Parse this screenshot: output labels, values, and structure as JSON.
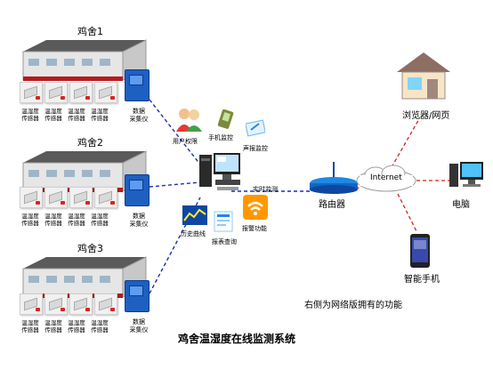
{
  "houses": [
    {
      "label": "鸡舍1"
    },
    {
      "label": "鸡舍2"
    },
    {
      "label": "鸡舍3"
    }
  ],
  "sensor_label": "温湿度\n传感器",
  "collector_label": "数据\n采集仪",
  "center": {
    "user_perm": "用户权限",
    "phone_monitor": "手机监控",
    "alarm_monitor": "声报监控",
    "realtime_monitor": "实时监测",
    "history_curve": "历史曲线",
    "report_query": "报表查询",
    "alarm_func": "报警功能"
  },
  "network": {
    "router": "路由器",
    "internet": "Internet",
    "browser": "浏览器/网页",
    "computer": "电脑",
    "smartphone": "智能手机"
  },
  "note": "右侧为网络版拥有的功能",
  "title": "鸡舍温湿度在线监测系统",
  "colors": {
    "dash_blue": "#1a2fb0",
    "dash_red": "#d61e1e",
    "collector": "#1e5fc2"
  }
}
